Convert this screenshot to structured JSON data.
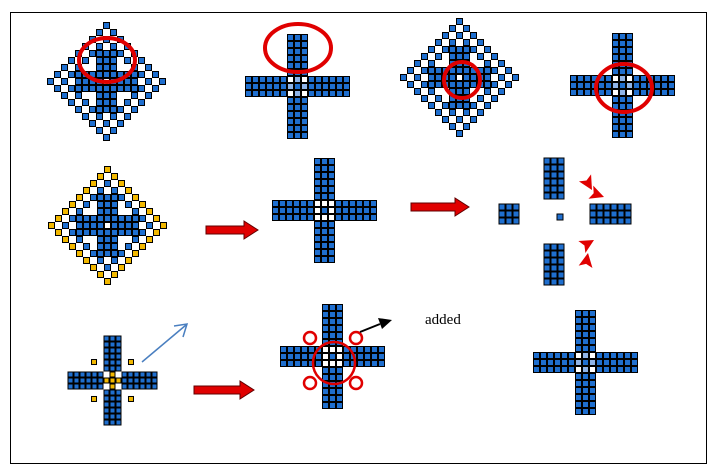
{
  "annotation": {
    "added_label": "added"
  },
  "colors": {
    "cell_fill": "#1f6fcf",
    "cell_light": "#8fb4e8",
    "cell_yellow": "#f2b800",
    "cell_border": "#000000",
    "highlight": "#e00000",
    "thin_arrow": "#4a7fc0",
    "border": "#000000"
  },
  "figures": [
    {
      "name": "diamond-pattern-top-highlight"
    },
    {
      "name": "cross-pattern-top-highlight"
    },
    {
      "name": "diamond-pattern-center-highlight"
    },
    {
      "name": "cross-pattern-center-highlight"
    },
    {
      "name": "diamond-pattern-yellow-outline"
    },
    {
      "name": "cross-pattern-extracted"
    },
    {
      "name": "cross-pattern-exploded"
    },
    {
      "name": "small-cross-yellow-center"
    },
    {
      "name": "cross-pattern-added-marks"
    },
    {
      "name": "cross-pattern-result"
    }
  ]
}
